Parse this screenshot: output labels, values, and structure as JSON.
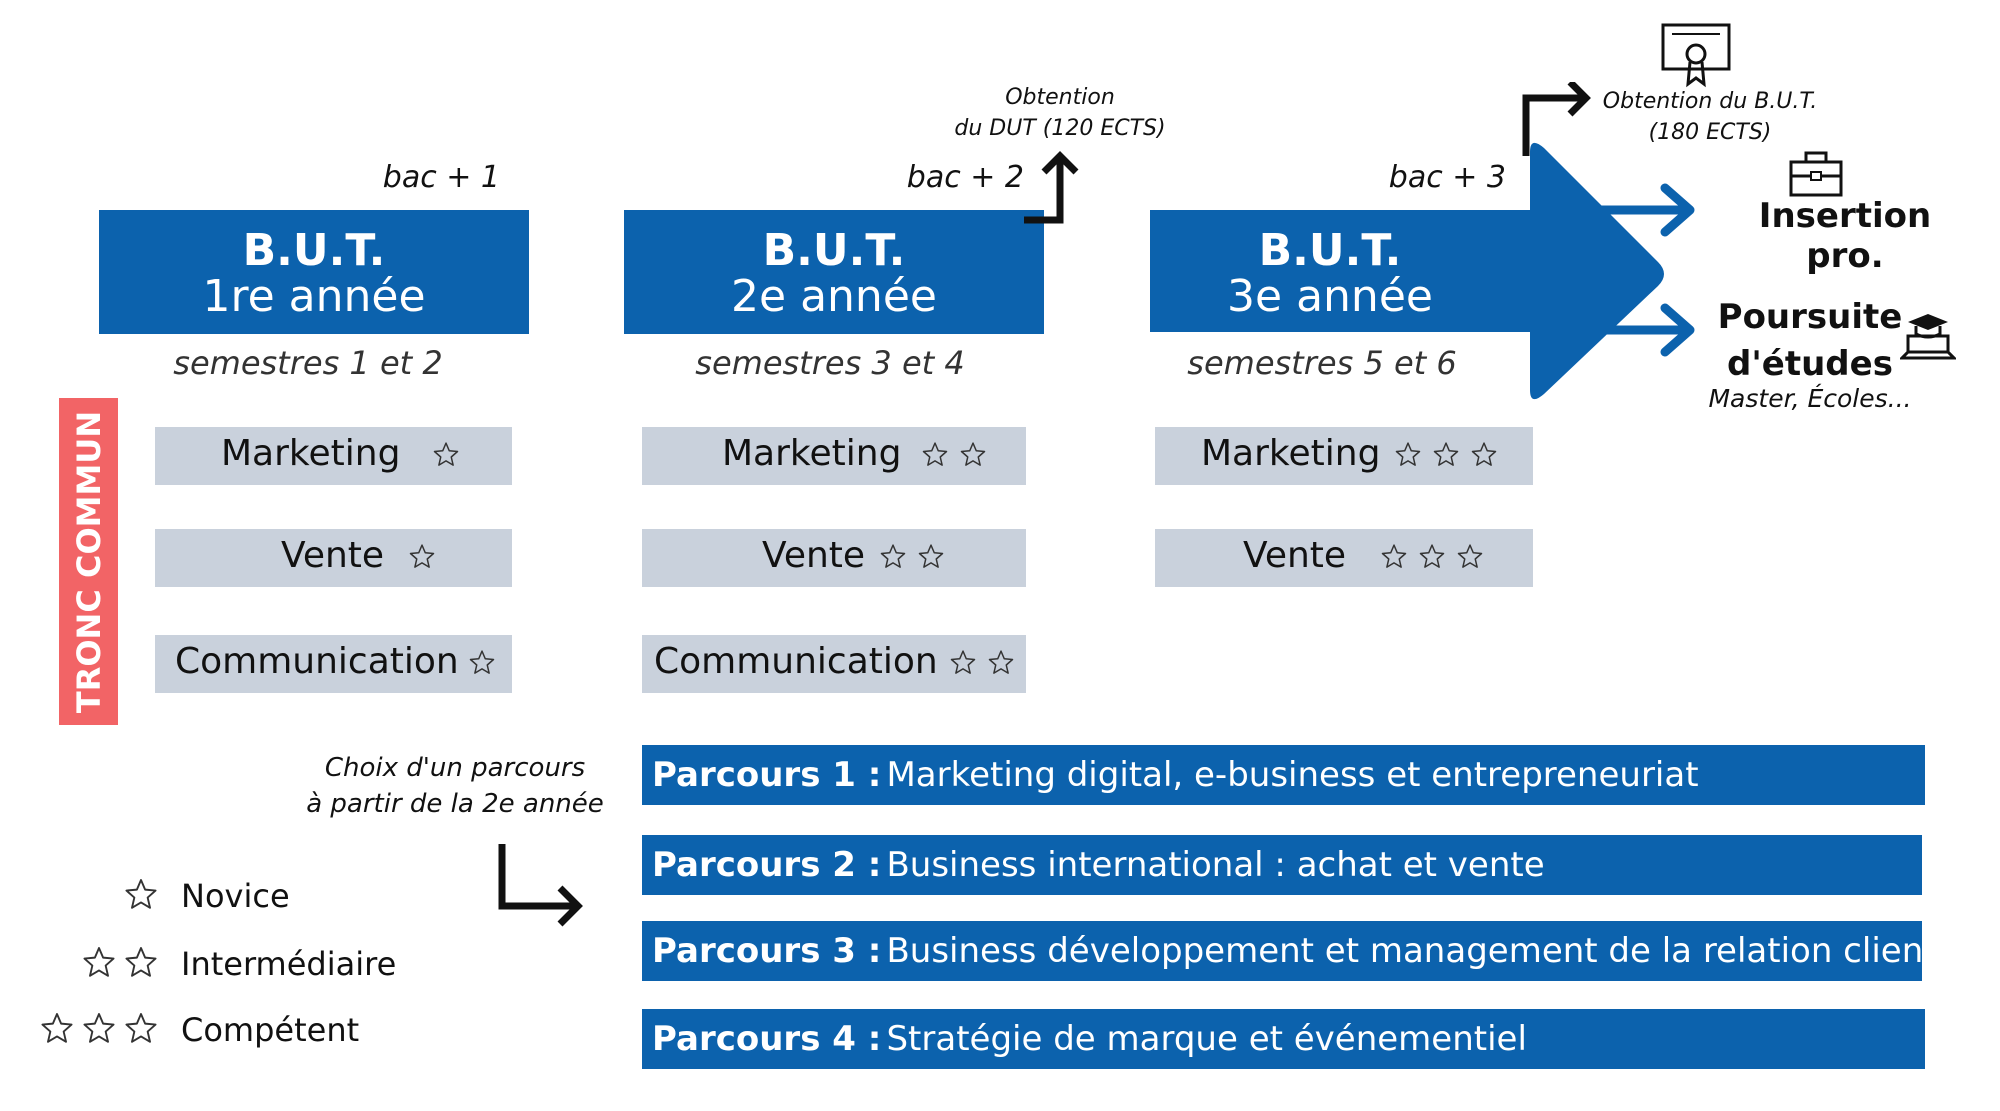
{
  "years": [
    {
      "bac": "bac + 1",
      "title": "B.U.T.",
      "subtitle": "1re année",
      "semesters": "semestres 1 et 2"
    },
    {
      "bac": "bac + 2",
      "title": "B.U.T.",
      "subtitle": "2e année",
      "semesters": "semestres 3 et 4"
    },
    {
      "bac": "bac + 3",
      "title": "B.U.T.",
      "subtitle": "3e année",
      "semesters": "semestres 5 et 6"
    }
  ],
  "tronc_commun": "TRONC COMMUN",
  "skills": {
    "y1": [
      {
        "label": "Marketing",
        "stars": 1
      },
      {
        "label": "Vente",
        "stars": 1
      },
      {
        "label": "Communication",
        "stars": 1
      }
    ],
    "y2": [
      {
        "label": "Marketing",
        "stars": 2
      },
      {
        "label": "Vente",
        "stars": 2
      },
      {
        "label": "Communication",
        "stars": 2
      }
    ],
    "y3": [
      {
        "label": "Marketing",
        "stars": 3
      },
      {
        "label": "Vente",
        "stars": 3
      }
    ]
  },
  "dut": {
    "line1": "Obtention",
    "line2": "du DUT (120 ECTS)"
  },
  "but_final": {
    "line1": "Obtention du B.U.T.",
    "line2": "(180 ECTS)"
  },
  "outcomes": {
    "insertion": "Insertion pro.",
    "poursuite_line1": "Poursuite",
    "poursuite_line2": "d'études",
    "poursuite_sub": "Master, Écoles..."
  },
  "choix": {
    "line1": "Choix d'un parcours",
    "line2": "à partir de la 2e année"
  },
  "parcours": [
    {
      "num": "Parcours 1 :",
      "text": "Marketing digital, e-business et entrepreneuriat"
    },
    {
      "num": "Parcours 2 :",
      "text": "Business international : achat et vente"
    },
    {
      "num": "Parcours 3 :",
      "text": "Business développement et management de la relation client"
    },
    {
      "num": "Parcours 4 :",
      "text": "Stratégie de marque et événementiel"
    }
  ],
  "legend": [
    {
      "label": "Novice",
      "stars": 1
    },
    {
      "label": "Intermédiaire",
      "stars": 2
    },
    {
      "label": "Compétent",
      "stars": 3
    }
  ],
  "colors": {
    "blue": "#0c62ad",
    "grey": "#c9d1dc",
    "red": "#f26466"
  }
}
